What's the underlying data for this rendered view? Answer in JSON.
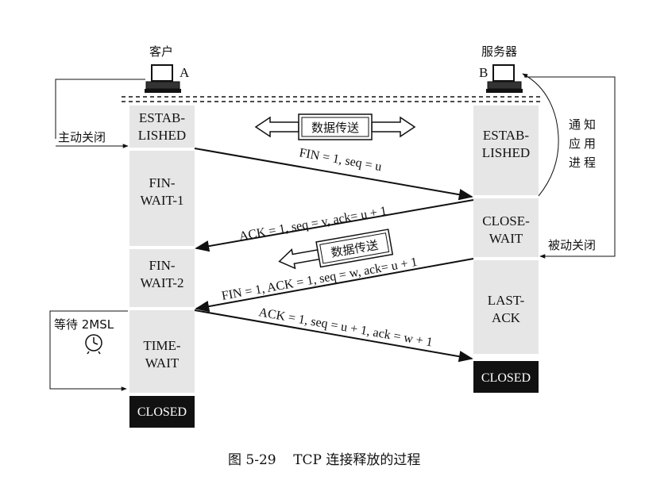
{
  "client": {
    "label": "客户",
    "letter": "A"
  },
  "server": {
    "label": "服务器",
    "letter": "B"
  },
  "client_states": {
    "established_1": "ESTAB-",
    "established_2": "LISHED",
    "fin_wait1_1": "FIN-",
    "fin_wait1_2": "WAIT-1",
    "fin_wait2_1": "FIN-",
    "fin_wait2_2": "WAIT-2",
    "time_wait_1": "TIME-",
    "time_wait_2": "WAIT",
    "closed": "CLOSED"
  },
  "server_states": {
    "established_1": "ESTAB-",
    "established_2": "LISHED",
    "close_wait_1": "CLOSE-",
    "close_wait_2": "WAIT",
    "last_ack_1": "LAST-",
    "last_ack_2": "ACK",
    "closed": "CLOSED"
  },
  "annotations": {
    "active_close": "主动关闭",
    "passive_close": "被动关闭",
    "notify_1": "通",
    "notify_2": "知",
    "notify_3": "应",
    "notify_4": "用",
    "notify_5": "进",
    "notify_6": "程",
    "wait_2msl": "等待 2MSL",
    "data_transfer_top": "数据传送",
    "data_transfer_mid": "数据传送"
  },
  "messages": [
    {
      "label": "FIN = 1, seq = u"
    },
    {
      "label": "ACK = 1, seq = v, ack= u + 1"
    },
    {
      "label": "FIN = 1, ACK = 1, seq = w, ack= u + 1"
    },
    {
      "label": "ACK = 1, seq = u + 1, ack = w + 1"
    }
  ],
  "caption": "图 5-29    TCP 连接释放的过程"
}
